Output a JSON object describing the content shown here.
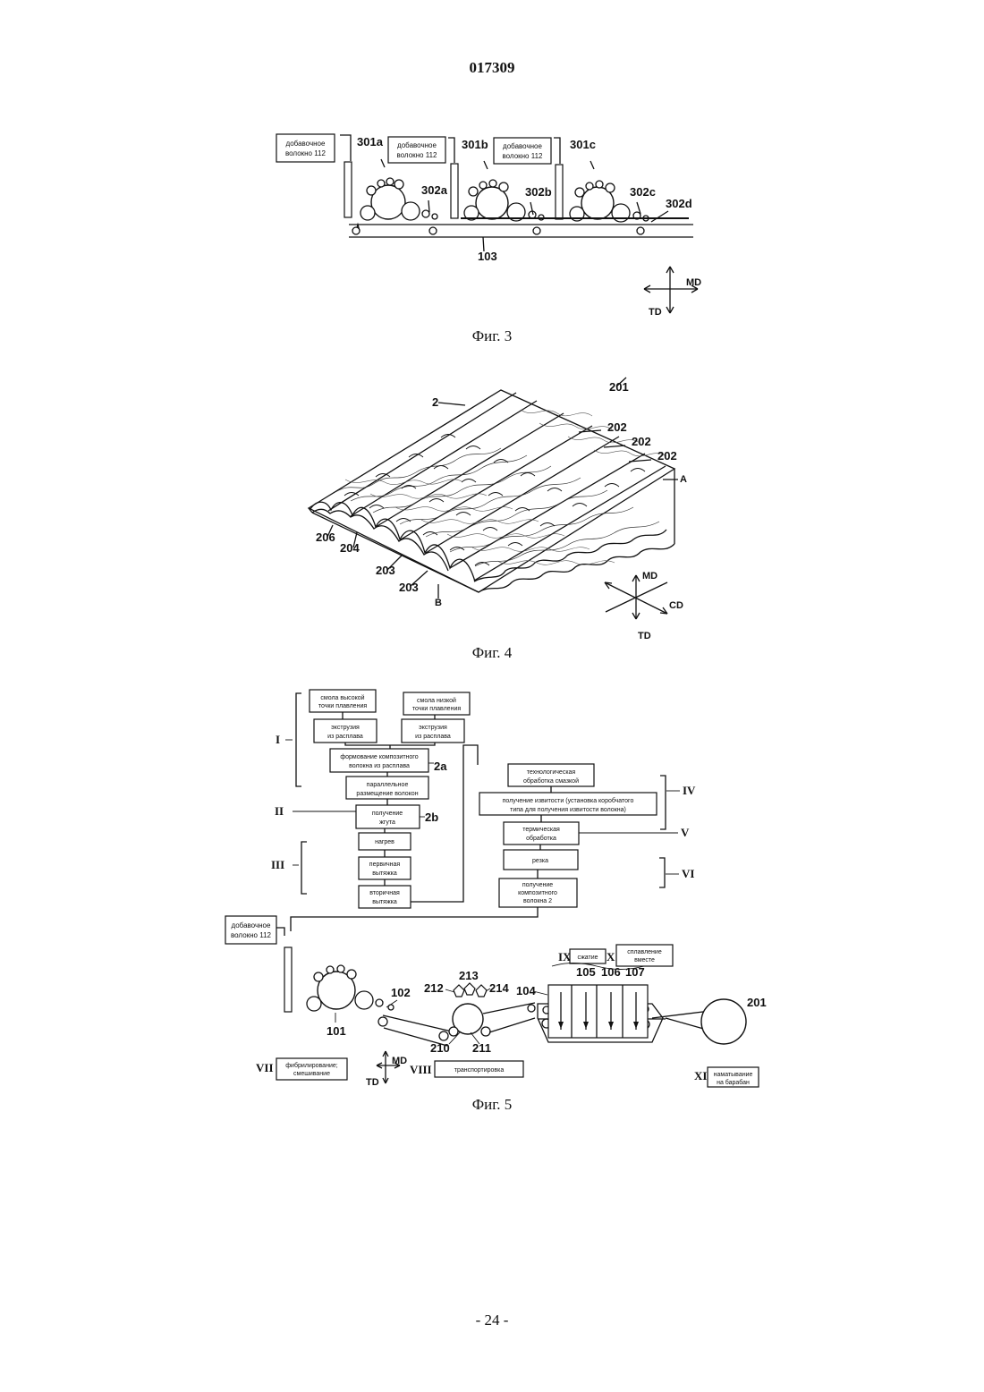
{
  "header": {
    "document_number": "017309",
    "page_footer": "- 24 -"
  },
  "figures": {
    "fig3": {
      "caption": "Фиг. 3",
      "boxes": [
        [
          "добавочное",
          "волокно 112"
        ],
        [
          "добавочное",
          "волокно 112"
        ],
        [
          "добавочное",
          "волокно 112"
        ]
      ],
      "labels": {
        "unit_a": "301a",
        "unit_b": "301b",
        "unit_c": "301c",
        "web_a": "302a",
        "web_b": "302b",
        "web_c": "302c",
        "web_d": "302d",
        "conveyor": "103",
        "md": "MD",
        "td": "TD"
      }
    },
    "fig4": {
      "caption": "Фиг. 4",
      "labels": {
        "sheet": "201",
        "fiber": "2",
        "rib_1": "202",
        "rib_2": "202",
        "rib_3": "202",
        "edge_a": "A",
        "edge_b": "B",
        "left_206": "206",
        "left_204": "204",
        "groove_1": "203",
        "groove_2": "203",
        "md": "MD",
        "cd": "CD",
        "td": "TD"
      }
    },
    "fig5": {
      "caption": "Фиг. 5",
      "flow_boxes": {
        "high_resin": [
          "смола высокой",
          "точки плавления"
        ],
        "low_resin": [
          "смола низкой",
          "точки плавления"
        ],
        "extrusion_left": [
          "экструзия",
          "из расплава"
        ],
        "extrusion_right": [
          "экструзия",
          "из расплава"
        ],
        "melt_forming": [
          "формование композитного",
          "волокна из расплава"
        ],
        "parallel_arrangement": [
          "параллельное",
          "размещение волокон"
        ],
        "tow_obtaining": [
          "получение",
          "жгута"
        ],
        "heating": [
          "нагрев"
        ],
        "primary_draw": [
          "первичная",
          "вытяжка"
        ],
        "secondary_draw": [
          "вторичная",
          "вытяжка"
        ],
        "lubricant": [
          "технологическая",
          "обработка смазкой"
        ],
        "crimp": [
          "получение извитости (установка коробчатого",
          "типа для получения извитости волокна)"
        ],
        "thermal": [
          "термическая",
          "обработка"
        ],
        "cutting": [
          "резка"
        ],
        "composite_fiber": [
          "получение",
          "композитного",
          "волокна 2"
        ],
        "additive_fiber": [
          "добавочное",
          "волокно 112"
        ],
        "fibrillation": [
          "фибрилирование;",
          "смешивание"
        ],
        "transport": [
          "транспортировка"
        ],
        "compression": [
          "сжатие"
        ],
        "fusing": [
          "сплавление",
          "вместе"
        ],
        "winding": [
          "наматывание",
          "на барабан"
        ]
      },
      "labels": {
        "roman_i": "I",
        "roman_ii": "II",
        "roman_iii": "III",
        "roman_iv": "IV",
        "roman_v": "V",
        "roman_vi": "VI",
        "roman_vii": "VII",
        "roman_viii": "VIII",
        "roman_ix": "IX",
        "roman_x": "X",
        "roman_xi": "XI",
        "melt_marker": "2a",
        "tow_marker": "2b",
        "n101": "101",
        "n102": "102",
        "n104": "104",
        "n105": "105",
        "n106": "106",
        "n107": "107",
        "n201": "201",
        "n210": "210",
        "n211": "211",
        "n212": "212",
        "n213": "213",
        "n214": "214",
        "md": "MD",
        "td": "TD"
      }
    }
  }
}
